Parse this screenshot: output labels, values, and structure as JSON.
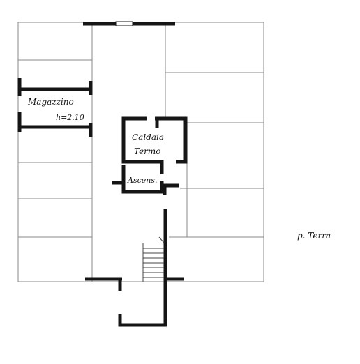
{
  "plan": {
    "rooms": {
      "storage_label": "Magazzino",
      "storage_height": "h=2.10",
      "boiler_label_line1": "Caldaia",
      "boiler_label_line2": "Termo",
      "lift_label": "Ascens."
    },
    "floor_label": "p. Terra"
  },
  "colors": {
    "thick_wall": "#151515",
    "thin_line": "#8a8a8a",
    "background": "#ffffff"
  }
}
